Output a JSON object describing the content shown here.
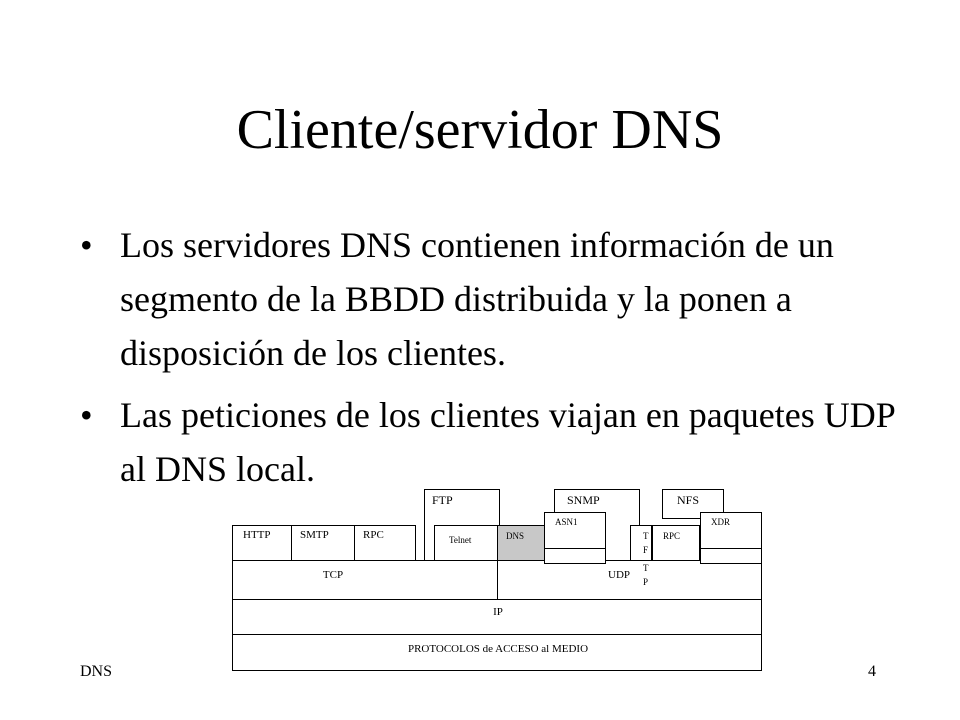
{
  "slide": {
    "title": "Cliente/servidor DNS",
    "bullets": [
      "Los servidores DNS contienen información de un segmento de la BBDD distribuida y la ponen a disposición de los clientes.",
      "Las peticiones de los clientes viajan en paquetes UDP al DNS local."
    ],
    "bullet_symbol": "•",
    "footer_left": "DNS",
    "page_number": "4"
  },
  "diagram": {
    "layers": {
      "media": "PROTOCOLOS  de ACCESO al MEDIO",
      "ip": "IP",
      "tcp": "TCP",
      "udp": "UDP"
    },
    "apps": {
      "http": "HTTP",
      "smtp": "SMTP",
      "rpc_tcp": "RPC",
      "ftp": "FTP",
      "telnet": "Telnet",
      "dns": "DNS",
      "snmp": "SNMP",
      "asn1": "ASN1",
      "tftp_letters": [
        "T",
        "F",
        "T",
        "P"
      ],
      "rpc_udp": "RPC",
      "nfs": "NFS",
      "xdr": "XDR"
    },
    "colors": {
      "highlight": "#c8c8c8"
    }
  }
}
